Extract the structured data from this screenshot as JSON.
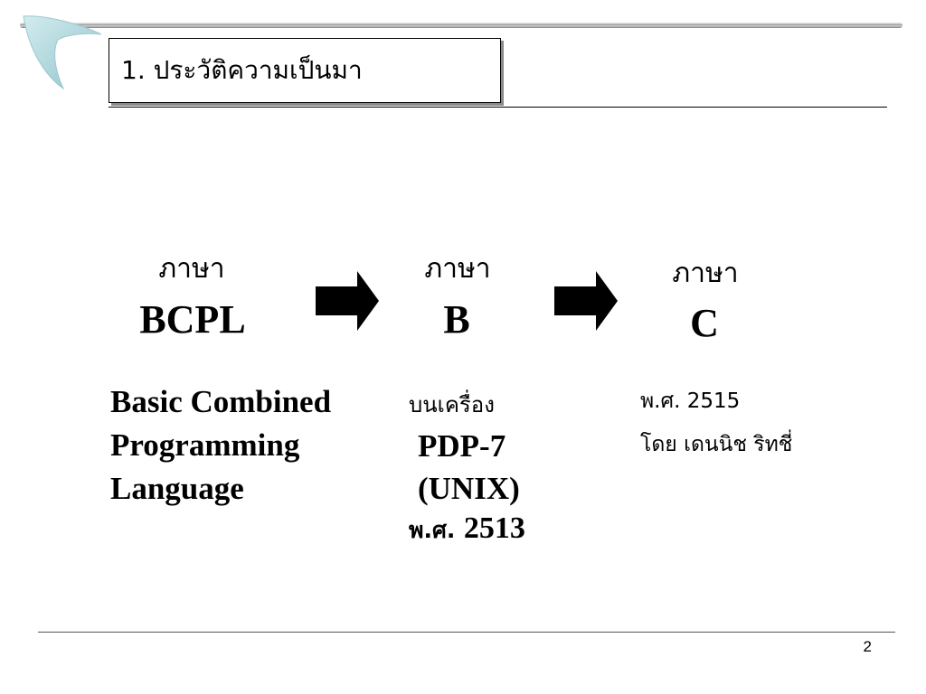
{
  "slide": {
    "title": "1. ประวัติความเป็นมา",
    "page_number": "2"
  },
  "columns": [
    {
      "label": "ภาษา",
      "name": "BCPL",
      "details": [
        "Basic Combined",
        "Programming",
        "Language"
      ]
    },
    {
      "label": "ภาษา",
      "name": "B",
      "on_machine": "บนเครื่อง",
      "machine": "PDP-7",
      "os": "(UNIX)",
      "year_prefix": "พ.ศ.",
      "year": "2513"
    },
    {
      "label": "ภาษา",
      "name": "C",
      "year_line": "พ.ศ. 2515",
      "author_line": "โดย เดนนิช ริทชี่"
    }
  ],
  "icons": [
    "boomerang-logo",
    "right-arrow-icon",
    "right-arrow-icon"
  ],
  "colors": {
    "logo": "#a9d3d9",
    "arrow": "#000000",
    "title_shadow": "#8a8a8a"
  }
}
